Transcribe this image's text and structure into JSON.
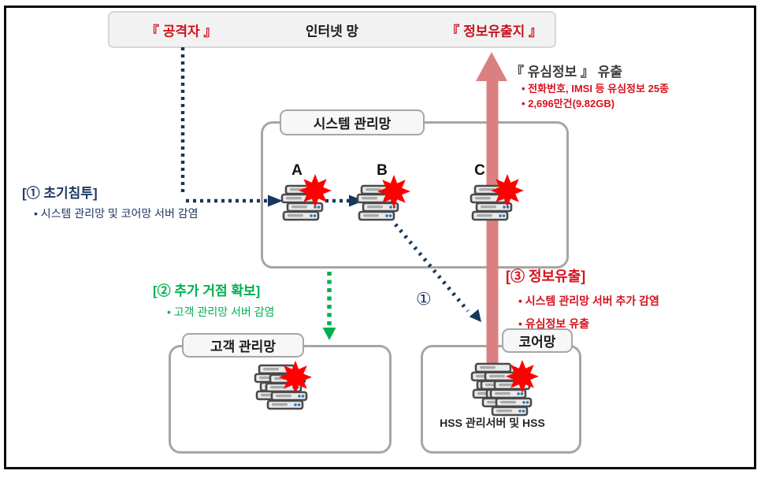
{
  "banner": {
    "attacker": "『 공격자 』",
    "internet": "인터넷 망",
    "exfil_site": "『 정보유출지 』"
  },
  "exfil_callout": {
    "title": "『 유심정보 』 유출",
    "bullets": [
      "• 전화번호, IMSI 등 유심정보 25종",
      "• 2,696만건(9.82GB)"
    ]
  },
  "steps": {
    "initial_intrusion": {
      "title": "[① 초기침투]",
      "bullets": [
        "• 시스템 관리망 및 코어망 서버 감염"
      ]
    },
    "foothold_expansion": {
      "title": "[② 추가 거점 확보]",
      "bullets": [
        "• 고객 관리망 서버 감염"
      ]
    },
    "data_exfiltration": {
      "title": "[③ 정보유출]",
      "bullets": [
        "• 시스템 관리망 서버 추가 감염",
        "• 유심정보 유출"
      ]
    }
  },
  "networks": {
    "system_mgmt": {
      "label": "시스템 관리망",
      "servers": [
        "A",
        "B",
        "C"
      ]
    },
    "customer_mgmt": {
      "label": "고객 관리망"
    },
    "core": {
      "label": "코어망",
      "server_caption": "HSS 관리서버 및 HSS"
    }
  },
  "markers": {
    "path_step": "①"
  },
  "colors": {
    "red_text": "#d6121f",
    "navy": "#1f3864",
    "green": "#00b050",
    "exfil_arrow": "#db8080",
    "infection_star": "#fe0000",
    "box_border": "#a6a6a6"
  }
}
